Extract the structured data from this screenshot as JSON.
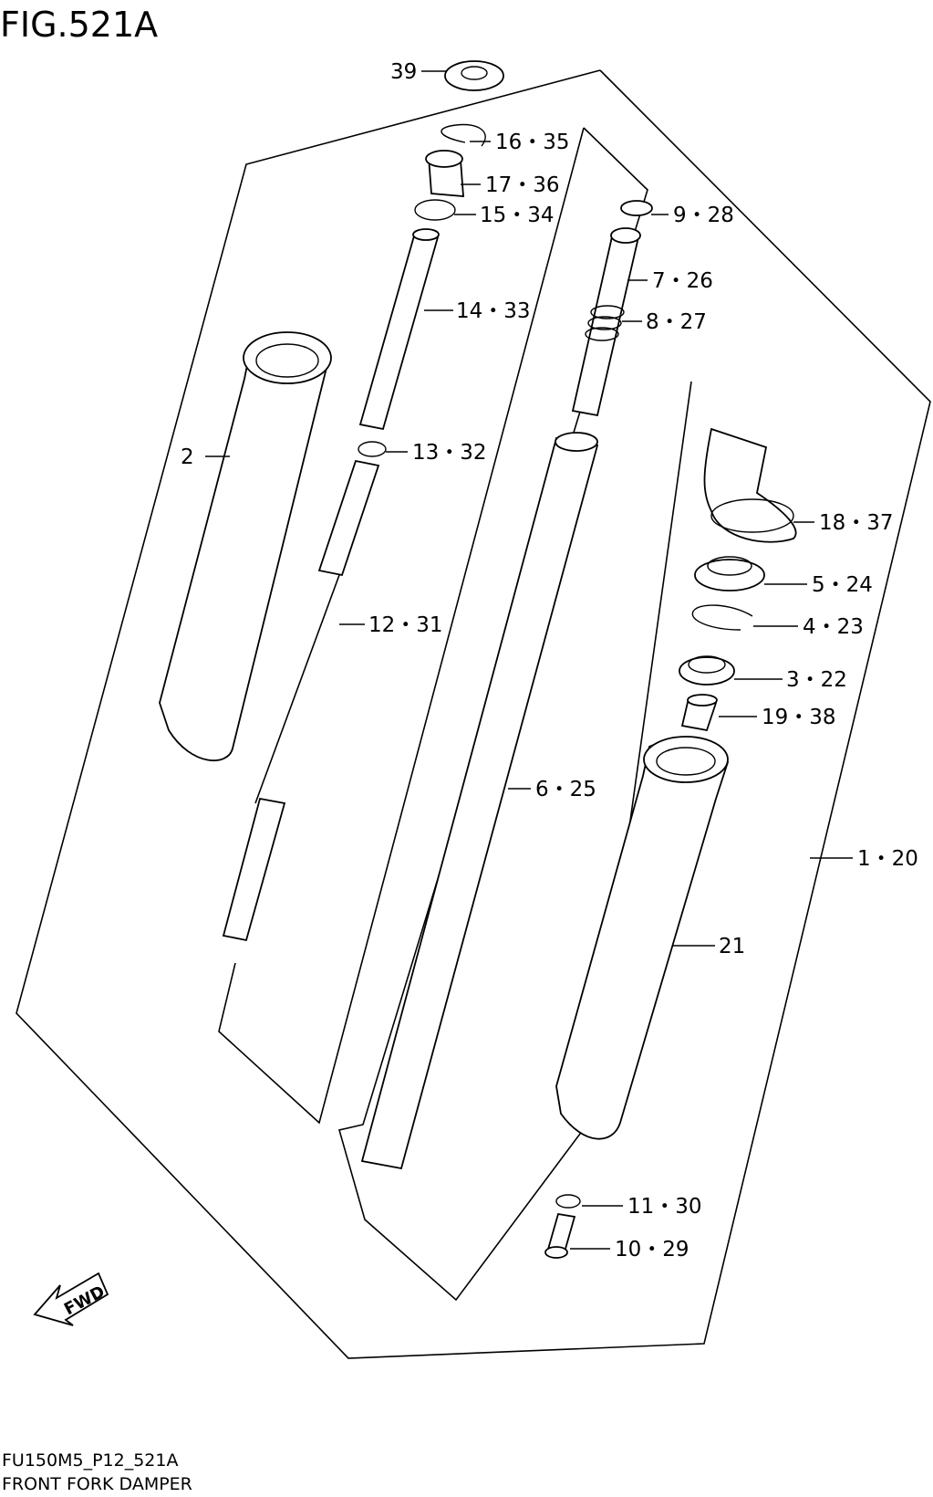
{
  "figure": {
    "title": "FIG.521A",
    "model_code": "FU150M5_P12_521A",
    "caption": "FRONT FORK DAMPER",
    "fwd_label": "FWD"
  },
  "callouts": [
    {
      "id": "c39",
      "text": "39"
    },
    {
      "id": "c16",
      "text": "16・35"
    },
    {
      "id": "c17",
      "text": "17・36"
    },
    {
      "id": "c15",
      "text": "15・34"
    },
    {
      "id": "c9",
      "text": "9・28"
    },
    {
      "id": "c7",
      "text": "7・26"
    },
    {
      "id": "c14",
      "text": "14・33"
    },
    {
      "id": "c8",
      "text": "8・27"
    },
    {
      "id": "c2",
      "text": "2"
    },
    {
      "id": "c13",
      "text": "13・32"
    },
    {
      "id": "c18",
      "text": "18・37"
    },
    {
      "id": "c5",
      "text": "5・24"
    },
    {
      "id": "c12",
      "text": "12・31"
    },
    {
      "id": "c4",
      "text": "4・23"
    },
    {
      "id": "c3",
      "text": "3・22"
    },
    {
      "id": "c19",
      "text": "19・38"
    },
    {
      "id": "c6",
      "text": "6・25"
    },
    {
      "id": "c1",
      "text": "1・20"
    },
    {
      "id": "c21",
      "text": "21"
    },
    {
      "id": "c11",
      "text": "11・30"
    },
    {
      "id": "c10",
      "text": "10・29"
    }
  ]
}
